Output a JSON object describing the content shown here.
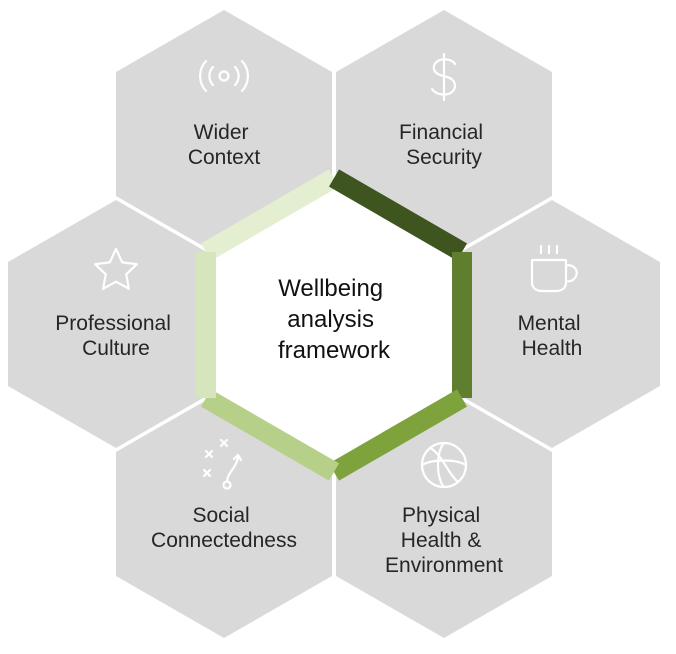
{
  "diagram": {
    "center": {
      "lines": [
        "Wellbeing",
        "analysis",
        "framework"
      ]
    },
    "hexagons": [
      {
        "id": "wider-context",
        "lines": [
          "Wider",
          "Context"
        ],
        "icon": "broadcast-icon"
      },
      {
        "id": "financial-security",
        "lines": [
          "Financial",
          "Security"
        ],
        "icon": "dollar-icon"
      },
      {
        "id": "mental-health",
        "lines": [
          "Mental",
          "Health"
        ],
        "icon": "coffee-cup-icon"
      },
      {
        "id": "physical-health",
        "lines": [
          "Physical",
          "Health &",
          "Environment"
        ],
        "icon": "basketball-icon"
      },
      {
        "id": "social-connectedness",
        "lines": [
          "Social",
          "Connectedness"
        ],
        "icon": "play-diagram-icon"
      },
      {
        "id": "professional-culture",
        "lines": [
          "Professional",
          "Culture"
        ],
        "icon": "star-icon"
      }
    ],
    "colors": {
      "hex_fill": "#d9d9d9",
      "center_fill": "#ffffff",
      "edge_top_left": "#e4eed0",
      "edge_top_right": "#3e5520",
      "edge_right": "#5f7e2e",
      "edge_bottom_right": "#7ea33c",
      "edge_bottom_left": "#b6d08a",
      "edge_left": "#d5e6bc"
    }
  }
}
